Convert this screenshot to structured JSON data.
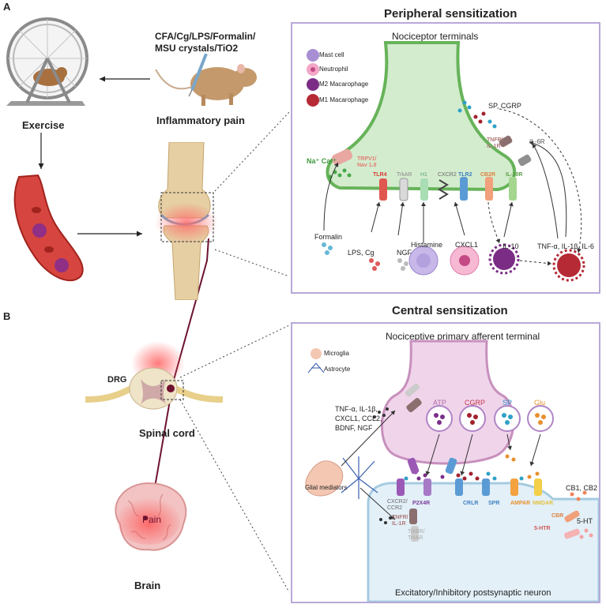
{
  "panel_a": {
    "letter": "A",
    "title": "Peripheral sensitization",
    "inducers": "CFA/Cg/LPS/Formalin/",
    "inducers2": "MSU crystals/TiO2",
    "inflammatory_pain": "Inflammatory pain",
    "exercise": "Exercise",
    "box_title": "Nociceptor terminals",
    "legend": [
      "Mast cell",
      "Neutrophil",
      "M2 Macarophage",
      "M1 Macarophage"
    ],
    "sp_cgrp": "SP, CGRP",
    "tnfr": "TNFR/",
    "il1r": "IL-1R",
    "il6r": "IL-6R",
    "na_ca": "Na⁺ Ca²⁺",
    "trpv1": "TRPV1/",
    "nav": "Nav 1.8",
    "receptors": [
      "TLR4",
      "TrkAR",
      "H1",
      "CXCR2",
      "TLR2",
      "CB2R",
      "IL-10R"
    ],
    "formalin": "Formalin",
    "lps_cg": "LPS, Cg",
    "ngf": "NGF",
    "histamine": "Histamine",
    "cxcl1": "CXCL1",
    "il10": "IL-10",
    "tnf_il": "TNF-α, IL-1β, IL-6"
  },
  "panel_b": {
    "letter": "B",
    "title": "Central sensitization",
    "drg": "DRG",
    "spinal_cord": "Spinal cord",
    "brain": "Brain",
    "pain": "Pain",
    "box_title": "Nociceptive primary afferent terminal",
    "legend": [
      "Microglia",
      "Astrocyte"
    ],
    "mediators1": "TNF-α, IL-1β,",
    "mediators2": "CXCL1, CCL2,",
    "mediators3": "BDNF, NGF",
    "glial": "Glial mediators",
    "vesicles": [
      "ATP",
      "CGRP",
      "SP",
      "Glu"
    ],
    "post_receptors": [
      "P2X4R",
      "CRLR",
      "SPR",
      "AMPAR",
      "NMDAR"
    ],
    "cxcr2": "CXCR2/",
    "ccr2": "CCR2",
    "tnfr": "TNFR/",
    "il1r": "IL-1R",
    "trkbr": "TrkBR/",
    "trkar": "TrkAR",
    "cb1cb2": "CB1, CB2",
    "cbr": "CBR",
    "ht": "5-HT",
    "htr": "5-HTR",
    "neuron": "Excitatory/Inhibitory postsynaptic neuron"
  }
}
